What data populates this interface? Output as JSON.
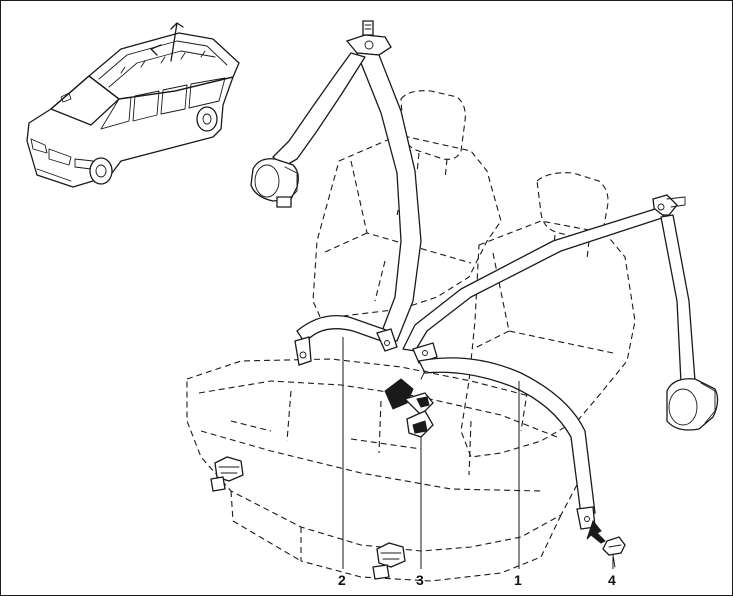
{
  "figure": {
    "callouts": [
      {
        "id": "1",
        "label": "1"
      },
      {
        "id": "2",
        "label": "2"
      },
      {
        "id": "3",
        "label": "3"
      },
      {
        "id": "4",
        "label": "4"
      }
    ],
    "colors": {
      "line": "#1a1a1a",
      "background": "#ffffff"
    },
    "icons": {
      "vehicle": "station-wagon-icon",
      "arrow": "arrow-icon"
    }
  }
}
